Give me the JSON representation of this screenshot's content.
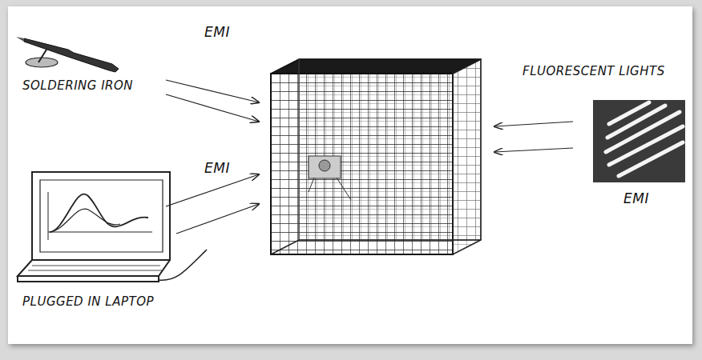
{
  "diagram": {
    "labels": [
      "EMI",
      "SOLDERING IRON",
      "EMI",
      "PLUGGED IN LAPTOP",
      "FLUORESCENT LIGHTS",
      "EMI"
    ]
  }
}
